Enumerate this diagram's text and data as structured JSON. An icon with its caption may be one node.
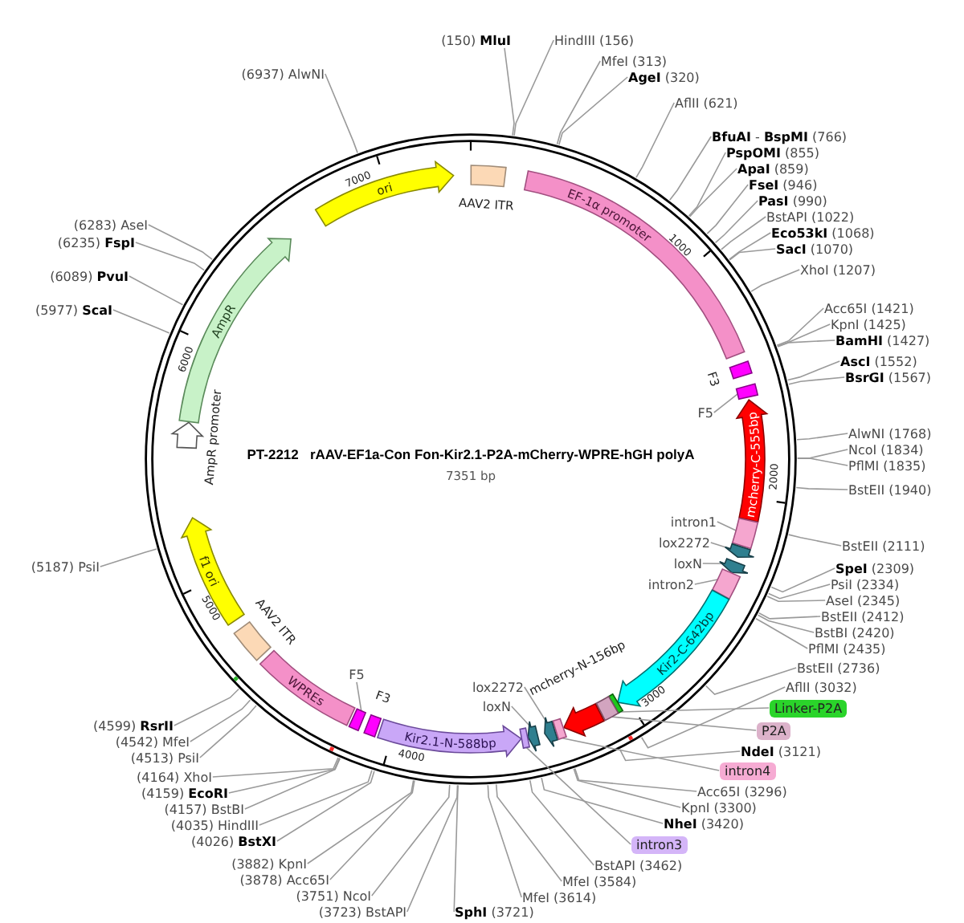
{
  "diagram": {
    "title": "PT-2212   rAAV-EF1a-Con Fon-Kir2.1-P2A-mCherry-WPRE-hGH polyA",
    "nodes": [
      {
        "text": [
          "AAV2 ITR"
        ]
      },
      {
        "text": [
          "EF-1α promoter"
        ]
      },
      {
        "text": [
          "F3"
        ]
      },
      {
        "text": [],
        "shape": "box"
      },
      {
        "text": [
          "mcherry-C-555bp"
        ]
      },
      {
        "text": [],
        "shape": "box"
      },
      {
        "text": [],
        "shape": "arrow"
      },
      {
        "text": [],
        "shape": "arrow"
      },
      {
        "text": [],
        "shape": "box"
      },
      {
        "text": [
          "Kir2-C-642bp"
        ]
      },
      {
        "text": [],
        "shape": "box"
      },
      {
        "text": [],
        "shape": "box"
      },
      {
        "text": [
          "mcherry-N-156bp"
        ]
      },
      {
        "text": [],
        "shape": "box"
      },
      {
        "text": [],
        "shape": "arrow"
      },
      {
        "text": [],
        "shape": "arrow"
      },
      {
        "text": [],
        "shape": "box"
      },
      {
        "text": [
          "Kir2.1-N-588bp"
        ]
      },
      {
        "text": [
          "F3"
        ]
      },
      {
        "text": [],
        "shape": "box"
      },
      {
        "text": [
          "WPREs"
        ]
      },
      {
        "text": [
          "AAV2 ITR"
        ]
      },
      {
        "text": [
          "f1 ori"
        ]
      },
      {
        "text": [
          "AmpR promoter"
        ]
      },
      {
        "text": [
          "AmpR"
        ]
      },
      {
        "text": [
          "ori"
        ]
      },
      {
        "text": [
          "F5"
        ]
      },
      {
        "text": [
          "intron1"
        ]
      },
      {
        "text": [
          "lox2272"
        ]
      },
      {
        "text": [
          "loxN"
        ]
      },
      {
        "text": [
          "intron2"
        ]
      },
      {
        "text": [
          "Linker-P2A"
        ]
      },
      {
        "text": [
          "P2A"
        ]
      },
      {
        "text": [
          "intron4"
        ]
      },
      {
        "text": [
          "lox2272"
        ]
      },
      {
        "text": [
          "loxN"
        ]
      },
      {
        "text": [
          "intron3"
        ]
      },
      {
        "text": [
          "F5"
        ]
      },
      {
        "text": [
          "(150) **MluI**"
        ]
      },
      {
        "text": [
          "HindIII (156)"
        ]
      },
      {
        "text": [
          "MfeI (313)"
        ]
      },
      {
        "text": [
          "**AgeI** (320)"
        ]
      },
      {
        "text": [
          "AflII (621)"
        ]
      },
      {
        "text": [
          "**BfuAI** - **BspMI** (766)"
        ]
      },
      {
        "text": [
          "**PspOMI** (855)"
        ]
      },
      {
        "text": [
          "**ApaI** (859)"
        ]
      },
      {
        "text": [
          "**FseI** (946)"
        ]
      },
      {
        "text": [
          "**PasI** (990)"
        ]
      },
      {
        "text": [
          "BstAPI (1022)"
        ]
      },
      {
        "text": [
          "**Eco53kI** (1068)"
        ]
      },
      {
        "text": [
          "**SacI** (1070)"
        ]
      },
      {
        "text": [
          "XhoI (1207)"
        ]
      },
      {
        "text": [
          "Acc65I (1421)"
        ]
      },
      {
        "text": [
          "KpnI (1425)"
        ]
      },
      {
        "text": [
          "**BamHI** (1427)"
        ]
      },
      {
        "text": [
          "**AscI** (1552)"
        ]
      },
      {
        "text": [
          "**BsrGI** (1567)"
        ]
      },
      {
        "text": [
          "AlwNI (1768)"
        ]
      },
      {
        "text": [
          "NcoI (1834)"
        ]
      },
      {
        "text": [
          "PflMI (1835)"
        ]
      },
      {
        "text": [
          "BstEII (1940)"
        ]
      },
      {
        "text": [
          "BstEII (2111)"
        ]
      },
      {
        "text": [
          "**SpeI** (2309)"
        ]
      },
      {
        "text": [
          "PsiI (2334)"
        ]
      },
      {
        "text": [
          "AseI (2345)"
        ]
      },
      {
        "text": [
          "BstEII (2412)"
        ]
      },
      {
        "text": [
          "BstBI (2420)"
        ]
      },
      {
        "text": [
          "PflMI (2435)"
        ]
      },
      {
        "text": [
          "BstEII (2736)"
        ]
      },
      {
        "text": [
          "AflII (3032)"
        ]
      },
      {
        "text": [
          "**NdeI** (3121)"
        ]
      },
      {
        "text": [
          "Acc65I (3296)"
        ]
      },
      {
        "text": [
          "KpnI (3300)"
        ]
      },
      {
        "text": [
          "**NheI** (3420)"
        ]
      },
      {
        "text": [
          "BstAPI (3462)"
        ]
      },
      {
        "text": [
          "MfeI (3584)"
        ]
      },
      {
        "text": [
          "MfeI (3614)"
        ]
      },
      {
        "text": [
          "**SphI** (3721)"
        ]
      },
      {
        "text": [
          "(3723) BstAPI"
        ]
      },
      {
        "text": [
          "(3751) NcoI"
        ]
      },
      {
        "text": [
          "(3878) Acc65I"
        ]
      },
      {
        "text": [
          "(3882) KpnI"
        ]
      },
      {
        "text": [
          "(4026) **BstXI**"
        ]
      },
      {
        "text": [
          "(4035) HindIII"
        ]
      },
      {
        "text": [
          "(4157) BstBI"
        ]
      },
      {
        "text": [
          "(4159) **EcoRI**"
        ]
      },
      {
        "text": [
          "(4164) XhoI"
        ]
      },
      {
        "text": [
          "(4513) PsiI"
        ]
      },
      {
        "text": [
          "(4542) MfeI"
        ]
      },
      {
        "text": [
          "(4599) **RsrII**"
        ]
      },
      {
        "text": [
          "(5187) PsiI"
        ]
      },
      {
        "text": [
          "(5977) **ScaI**"
        ]
      },
      {
        "text": [
          "(6089) **PvuI**"
        ]
      },
      {
        "text": [
          "(6235) **FspI**"
        ]
      },
      {
        "text": [
          "(6283) AseI"
        ]
      },
      {
        "text": [
          "(6937) AlwNI"
        ]
      }
    ],
    "edges": [
      {
        "from": 26,
        "to": 3,
        "arrow": "none"
      },
      {
        "from": 27,
        "to": 5,
        "arrow": "none"
      },
      {
        "from": 28,
        "to": 6,
        "arrow": "none"
      },
      {
        "from": 29,
        "to": 7,
        "arrow": "none"
      },
      {
        "from": 30,
        "to": 8,
        "arrow": "none"
      },
      {
        "from": 31,
        "to": 10,
        "arrow": "none"
      },
      {
        "from": 32,
        "to": 11,
        "arrow": "none"
      },
      {
        "from": 33,
        "to": 13,
        "arrow": "none"
      },
      {
        "from": 34,
        "to": 14,
        "arrow": "none"
      },
      {
        "from": 35,
        "to": 15,
        "arrow": "none"
      },
      {
        "from": 36,
        "to": 16,
        "arrow": "none"
      },
      {
        "from": 37,
        "to": 19,
        "arrow": "none"
      },
      {
        "from": 38,
        "to": null,
        "arrow": "none"
      },
      {
        "from": 39,
        "to": null,
        "arrow": "none"
      },
      {
        "from": 40,
        "to": null,
        "arrow": "none"
      },
      {
        "from": 41,
        "to": null,
        "arrow": "none"
      },
      {
        "from": 42,
        "to": null,
        "arrow": "none"
      },
      {
        "from": 43,
        "to": null,
        "arrow": "none"
      },
      {
        "from": 44,
        "to": null,
        "arrow": "none"
      },
      {
        "from": 45,
        "to": null,
        "arrow": "none"
      },
      {
        "from": 46,
        "to": null,
        "arrow": "none"
      },
      {
        "from": 47,
        "to": null,
        "arrow": "none"
      },
      {
        "from": 48,
        "to": null,
        "arrow": "none"
      },
      {
        "from": 49,
        "to": null,
        "arrow": "none"
      },
      {
        "from": 50,
        "to": null,
        "arrow": "none"
      },
      {
        "from": 51,
        "to": null,
        "arrow": "none"
      },
      {
        "from": 52,
        "to": null,
        "arrow": "none"
      },
      {
        "from": 53,
        "to": null,
        "arrow": "none"
      },
      {
        "from": 54,
        "to": null,
        "arrow": "none"
      },
      {
        "from": 55,
        "to": null,
        "arrow": "none"
      },
      {
        "from": 56,
        "to": null,
        "arrow": "none"
      },
      {
        "from": 57,
        "to": null,
        "arrow": "none"
      },
      {
        "from": 58,
        "to": null,
        "arrow": "none"
      },
      {
        "from": 59,
        "to": null,
        "arrow": "none"
      },
      {
        "from": 60,
        "to": null,
        "arrow": "none"
      },
      {
        "from": 61,
        "to": null,
        "arrow": "none"
      },
      {
        "from": 62,
        "to": null,
        "arrow": "none"
      },
      {
        "from": 63,
        "to": null,
        "arrow": "none"
      },
      {
        "from": 64,
        "to": null,
        "arrow": "none"
      },
      {
        "from": 65,
        "to": null,
        "arrow": "none"
      },
      {
        "from": 66,
        "to": null,
        "arrow": "none"
      },
      {
        "from": 67,
        "to": null,
        "arrow": "none"
      },
      {
        "from": 68,
        "to": null,
        "arrow": "none"
      },
      {
        "from": 69,
        "to": null,
        "arrow": "none"
      },
      {
        "from": 70,
        "to": null,
        "arrow": "none"
      },
      {
        "from": 71,
        "to": null,
        "arrow": "none"
      },
      {
        "from": 72,
        "to": null,
        "arrow": "none"
      },
      {
        "from": 73,
        "to": null,
        "arrow": "none"
      },
      {
        "from": 74,
        "to": null,
        "arrow": "none"
      },
      {
        "from": 75,
        "to": null,
        "arrow": "none"
      },
      {
        "from": 76,
        "to": null,
        "arrow": "none"
      },
      {
        "from": 77,
        "to": null,
        "arrow": "none"
      },
      {
        "from": 78,
        "to": null,
        "arrow": "none"
      },
      {
        "from": 79,
        "to": null,
        "arrow": "none"
      },
      {
        "from": 80,
        "to": null,
        "arrow": "none"
      },
      {
        "from": 81,
        "to": null,
        "arrow": "none"
      },
      {
        "from": 82,
        "to": null,
        "arrow": "none"
      },
      {
        "from": 83,
        "to": null,
        "arrow": "none"
      },
      {
        "from": 84,
        "to": null,
        "arrow": "none"
      },
      {
        "from": 85,
        "to": null,
        "arrow": "none"
      },
      {
        "from": 86,
        "to": null,
        "arrow": "none"
      },
      {
        "from": 87,
        "to": null,
        "arrow": "none"
      },
      {
        "from": 88,
        "to": null,
        "arrow": "none"
      },
      {
        "from": 89,
        "to": null,
        "arrow": "none"
      },
      {
        "from": 90,
        "to": null,
        "arrow": "none"
      },
      {
        "from": 91,
        "to": null,
        "arrow": "none"
      },
      {
        "from": 92,
        "to": null,
        "arrow": "none"
      },
      {
        "from": 93,
        "to": null,
        "arrow": "none"
      },
      {
        "from": 94,
        "to": null,
        "arrow": "none"
      },
      {
        "from": 95,
        "to": null,
        "arrow": "none"
      }
    ],
    "labels": [
      "7351 bp",
      "1000",
      "2000",
      "3000",
      "4000",
      "5000",
      "6000",
      "7000"
    ]
  }
}
